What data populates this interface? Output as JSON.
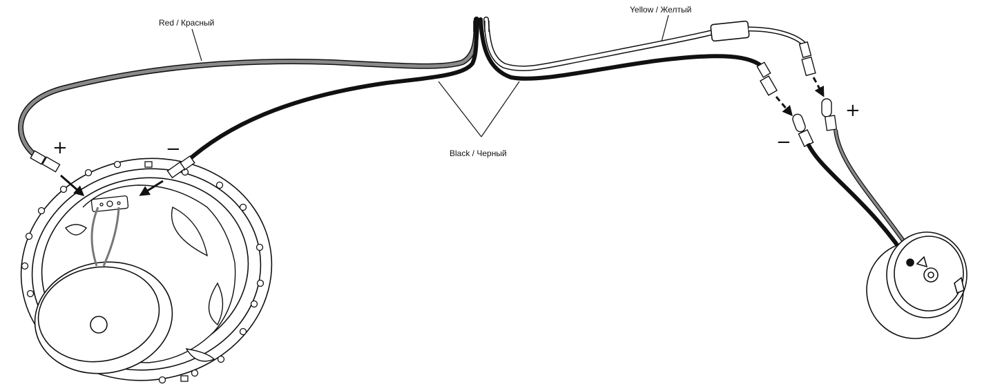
{
  "labels": {
    "red_wire": "Red / Красный",
    "yellow_wire": "Yellow / Желтый",
    "black_wire": "Black / Черный"
  },
  "polarity": {
    "woofer_plus": "+",
    "woofer_minus": "−",
    "tweeter_plus": "+",
    "tweeter_minus": "−"
  },
  "colors": {
    "red_wire": "#8a8a8a",
    "black_wire": "#111111",
    "yellow_wire": "#ffffff",
    "outline": "#111111"
  },
  "icons": {
    "woofer": "woofer-speaker-icon",
    "tweeter": "tweeter-speaker-icon",
    "connector": "spade-connector-icon",
    "arrow": "direction-arrow-icon"
  }
}
